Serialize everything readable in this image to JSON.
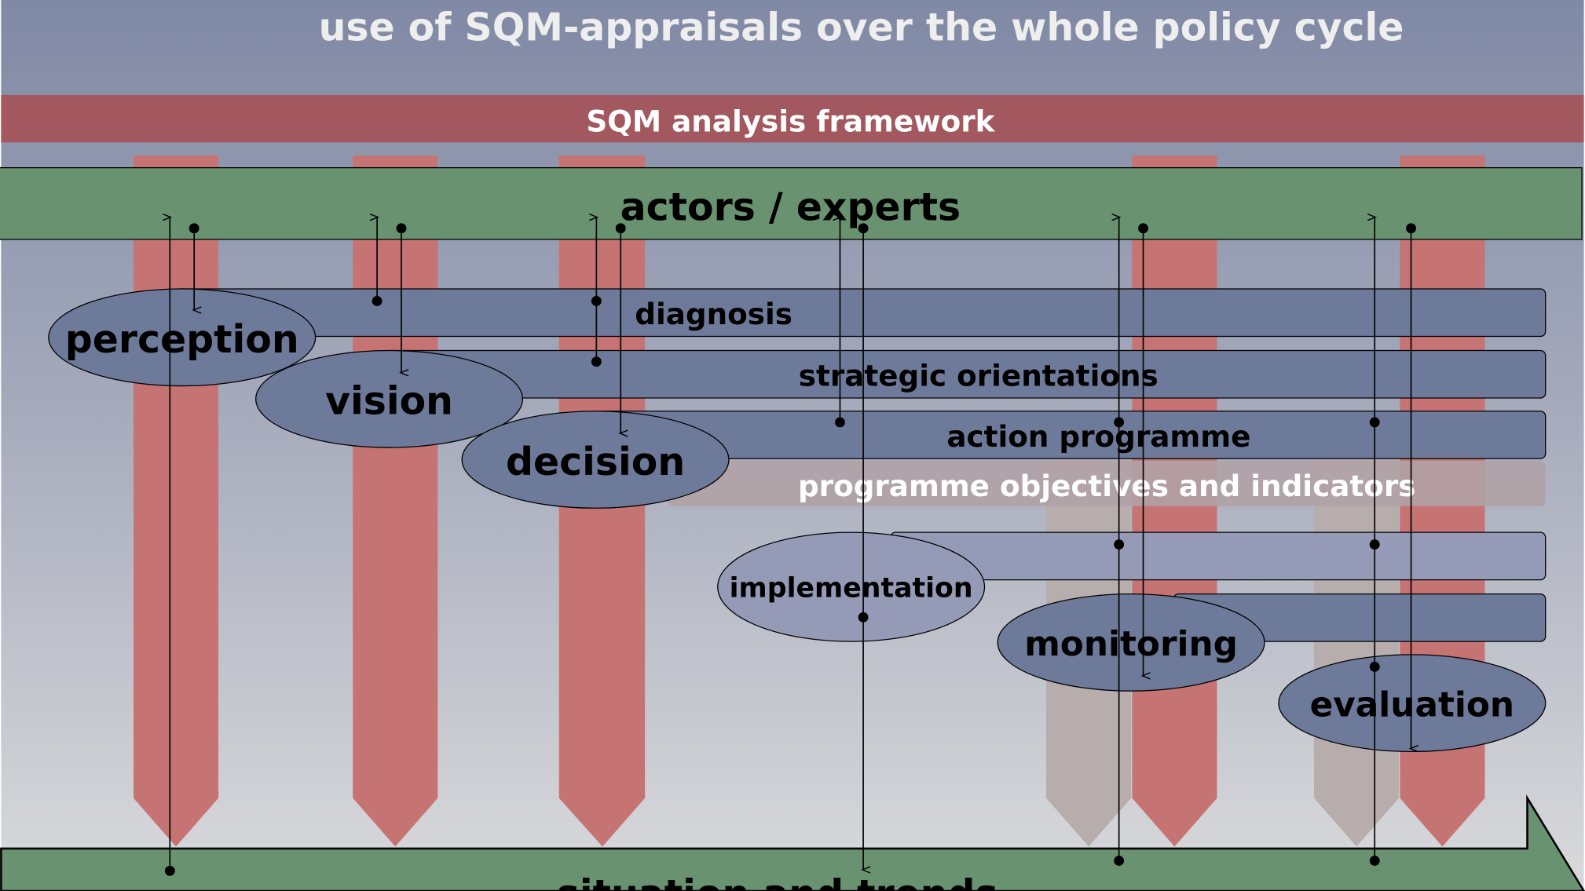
{
  "title": {
    "line2": "use of SQM-appraisals over the whole policy cycle"
  },
  "framework_band": {
    "label": "SQM analysis framework"
  },
  "actors_band": {
    "label": "actors / experts"
  },
  "bottom_band": {
    "label": "situation and trends"
  },
  "bars": {
    "diagnosis": "diagnosis",
    "strategic": "strategic orientations",
    "action": "action programme",
    "objectives": "programme objectives and indicators"
  },
  "phases": {
    "perception": "perception",
    "vision": "vision",
    "decision": "decision",
    "implementation": "implementation",
    "monitoring": "monitoring",
    "evaluation": "evaluation"
  },
  "colors": {
    "bg_top": "#8089a5",
    "bg_bottom": "#dadadc",
    "framework": "#a35860",
    "green": "#699370",
    "pillar_red": "#c67373",
    "pillar_gray": "#b8adad",
    "bar_blue": "#6e7a9a",
    "bar_light": "#959bb7",
    "bar_objectives": "#b0a2a6"
  }
}
